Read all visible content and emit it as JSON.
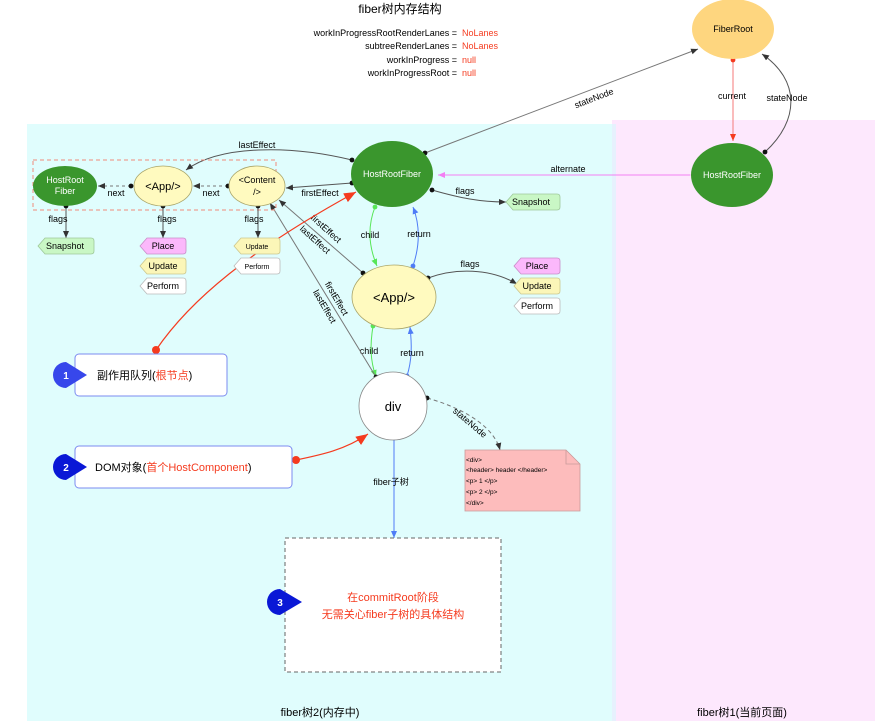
{
  "title": "fiber树内存结构",
  "variables": [
    {
      "name": "workInProgressRootRenderLanes",
      "eq": " = ",
      "value": "NoLanes"
    },
    {
      "name": "subtreeRenderLanes",
      "eq": " = ",
      "value": "NoLanes"
    },
    {
      "name": "workInProgress",
      "eq": " = ",
      "value": "null"
    },
    {
      "name": "workInProgressRoot",
      "eq": " = ",
      "value": "null"
    }
  ],
  "colors": {
    "region_memory": "#e0fdfd",
    "region_current": "#fde8fd",
    "fiber_green": "#3a962d",
    "component_yellow": "#fffabf",
    "fiber_root_orange": "#fed67f",
    "accent_red": "#f53b1f",
    "badge_blue": "#1f2fd6",
    "alternate_magenta": "#f37ff3",
    "child_green": "#57e657",
    "return_blue": "#4f7cf6"
  },
  "regions": {
    "memory_label": "fiber树2(内存中)",
    "current_label": "fiber树1(当前页面)"
  },
  "nodes": {
    "fiber_root": "FiberRoot",
    "current_host_root": "HostRootFiber",
    "wip_host_root": "HostRootFiber",
    "app": "<App/>",
    "div": "div",
    "queue_host_root_line1": "HostRoot",
    "queue_host_root_line2": "Fiber",
    "queue_app": "<App/>",
    "queue_content_line1": "<Content",
    "queue_content_line2": "/>"
  },
  "edges": {
    "current": "current",
    "state_node_right": "stateNode",
    "state_node_top": "stateNode",
    "alternate": "alternate",
    "last_effect_top": "lastEffect",
    "first_effect_top": "firstEffect",
    "flags_host": "flags",
    "child_1": "child",
    "return_1": "return",
    "flags_app": "flags",
    "child_2": "child",
    "return_2": "return",
    "first_effect_app": "firstEffect",
    "last_effect_app": "lastEffect",
    "first_effect_div": "firstEffect",
    "last_effect_div": "lastEffect",
    "state_node_div": "stateNode",
    "fiber_subtree": "fiber子树",
    "next_1": "next",
    "next_2": "next",
    "flags_q1": "flags",
    "flags_q2": "flags",
    "flags_q3": "flags"
  },
  "tags": {
    "host_snapshot": "Snapshot",
    "app_place": "Place",
    "app_update": "Update",
    "app_perform": "Perform",
    "q_snapshot": "Snapshot",
    "q_app_place": "Place",
    "q_app_update": "Update",
    "q_app_perform": "Perform",
    "q_content_update": "Update",
    "q_content_perform": "Perform"
  },
  "dom_note": [
    "<div>",
    "<header> header </header>",
    "<p> 1 </p>",
    "<p> 2 </p>",
    "</div>"
  ],
  "callouts": [
    {
      "num": "1",
      "text": "副作用队列(",
      "highlight": "根节点",
      "tail": ")"
    },
    {
      "num": "2",
      "text": "DOM对象(",
      "highlight": "首个HostComponent",
      "tail": ")"
    },
    {
      "num": "3",
      "line1": "在commitRoot阶段",
      "line2": "无需关心fiber子树的具体结构"
    }
  ]
}
